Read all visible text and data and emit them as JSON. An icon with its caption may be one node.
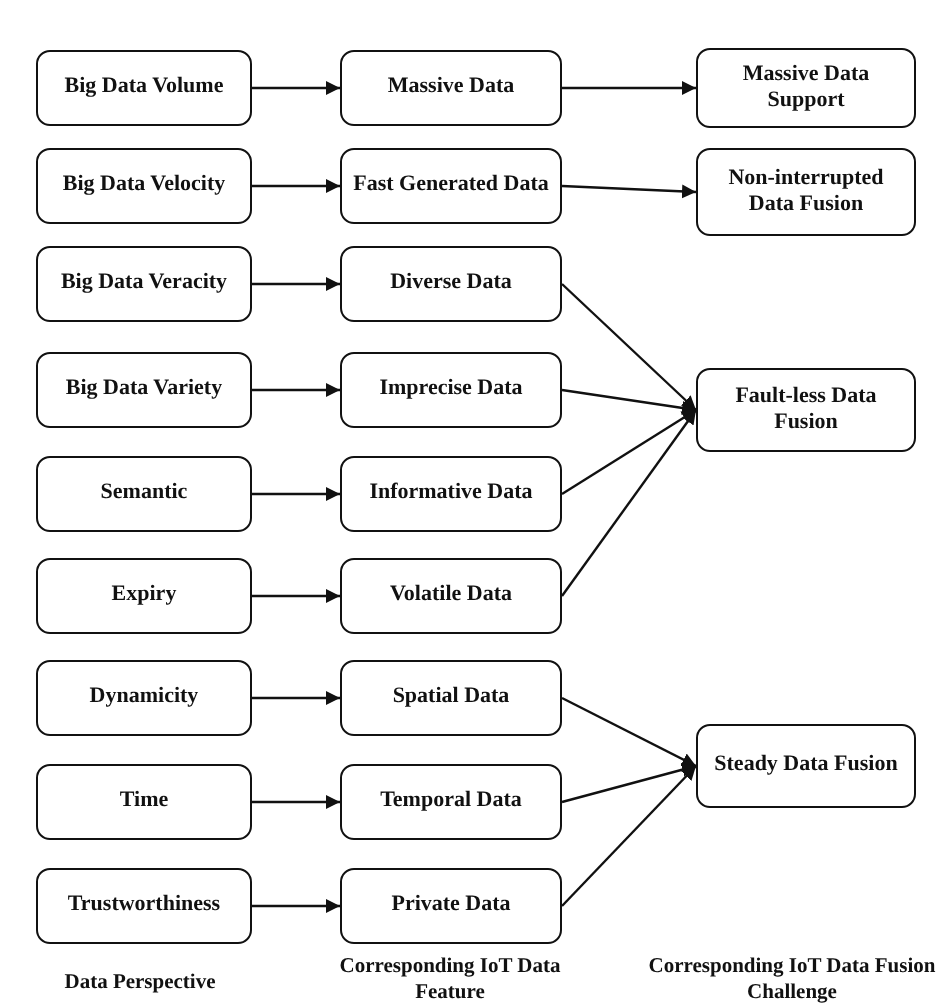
{
  "diagram": {
    "nodes": [
      {
        "text": [
          "Big Data Volume"
        ]
      },
      {
        "text": [
          "Big Data Velocity"
        ]
      },
      {
        "text": [
          "Big Data Veracity"
        ]
      },
      {
        "text": [
          "Big Data Variety"
        ]
      },
      {
        "text": [
          "Semantic"
        ]
      },
      {
        "text": [
          "Expiry"
        ]
      },
      {
        "text": [
          "Dynamicity"
        ]
      },
      {
        "text": [
          "Time"
        ]
      },
      {
        "text": [
          "Trustworthiness"
        ]
      },
      {
        "text": [
          "Massive Data"
        ]
      },
      {
        "text": [
          "Fast Generated Data"
        ]
      },
      {
        "text": [
          "Diverse Data"
        ]
      },
      {
        "text": [
          "Imprecise Data"
        ]
      },
      {
        "text": [
          "Informative Data"
        ]
      },
      {
        "text": [
          "Volatile Data"
        ]
      },
      {
        "text": [
          "Spatial Data"
        ]
      },
      {
        "text": [
          "Temporal Data"
        ]
      },
      {
        "text": [
          "Private Data"
        ]
      },
      {
        "text": [
          "Massive Data Support"
        ]
      },
      {
        "text": [
          "Non-interrupted Data Fusion"
        ]
      },
      {
        "text": [
          "Fault-less Data Fusion"
        ]
      },
      {
        "text": [
          "Steady Data Fusion"
        ]
      }
    ],
    "edges": [
      {
        "from": 0,
        "to": 9,
        "arrow": "to"
      },
      {
        "from": 1,
        "to": 10,
        "arrow": "to"
      },
      {
        "from": 2,
        "to": 11,
        "arrow": "to"
      },
      {
        "from": 3,
        "to": 12,
        "arrow": "to"
      },
      {
        "from": 4,
        "to": 13,
        "arrow": "to"
      },
      {
        "from": 5,
        "to": 14,
        "arrow": "to"
      },
      {
        "from": 6,
        "to": 15,
        "arrow": "to"
      },
      {
        "from": 7,
        "to": 16,
        "arrow": "to"
      },
      {
        "from": 8,
        "to": 17,
        "arrow": "to"
      },
      {
        "from": 9,
        "to": 18,
        "arrow": "to"
      },
      {
        "from": 10,
        "to": 19,
        "arrow": "to"
      },
      {
        "from": 11,
        "to": 20,
        "arrow": "to"
      },
      {
        "from": 12,
        "to": 20,
        "arrow": "to"
      },
      {
        "from": 13,
        "to": 20,
        "arrow": "to"
      },
      {
        "from": 14,
        "to": 20,
        "arrow": "to"
      },
      {
        "from": 15,
        "to": 21,
        "arrow": "to"
      },
      {
        "from": 16,
        "to": 21,
        "arrow": "to"
      },
      {
        "from": 17,
        "to": 21,
        "arrow": "to"
      }
    ],
    "labels": [
      "Data Perspective",
      "Corresponding IoT Data Feature",
      "Corresponding IoT Data Fusion Challenge"
    ]
  }
}
